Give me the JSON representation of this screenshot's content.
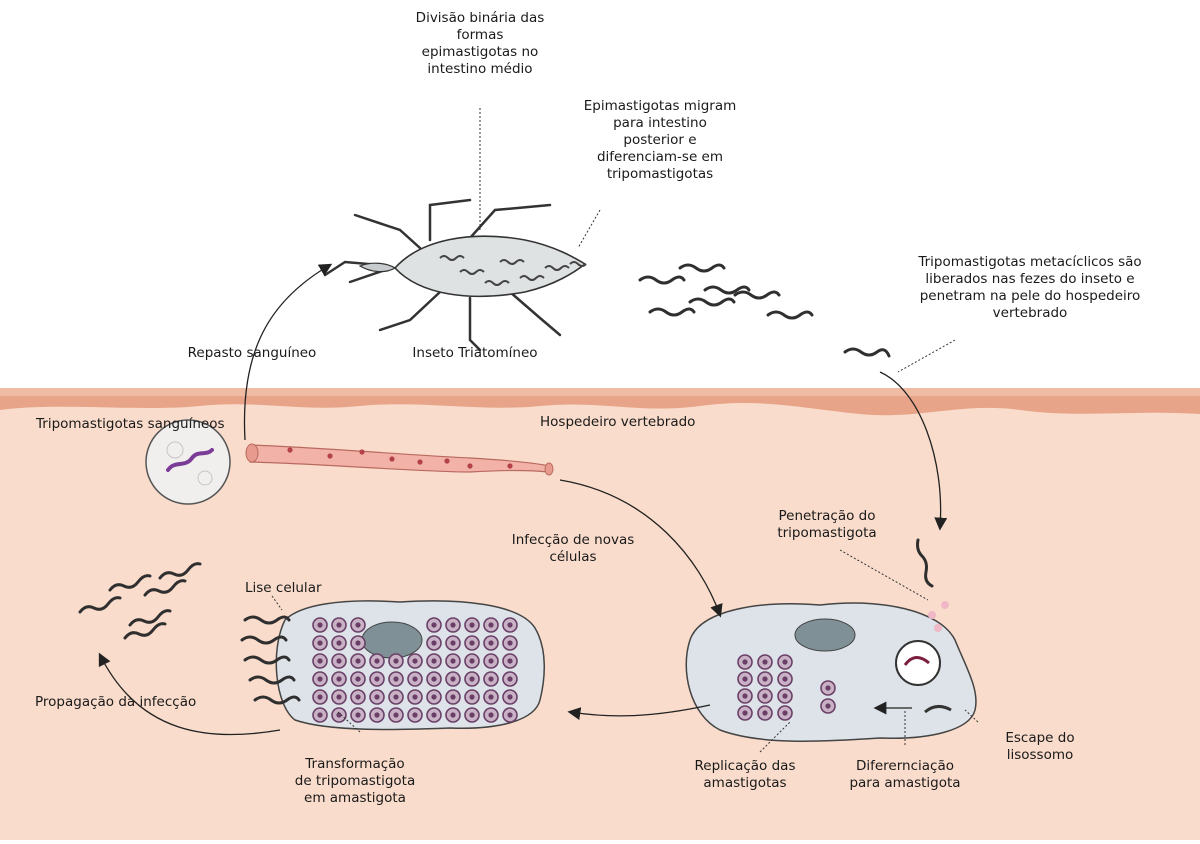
{
  "labels": {
    "divisao_binaria": "Divisão binária das\nformas\nepimastigotas no\nintestino médio",
    "epimastigotas_migram": "Epimastigotas migram\npara intestino\nposterior e\ndiferenciam-se em\ntripomastigotas",
    "tripomastigotas_metaciclicos": "Tripomastigotas metacíclicos são\nliberados nas fezes do inseto e\npenetram na pele do hospedeiro\nvertebrado",
    "repasto_sanguineo": "Repasto sanguíneo",
    "inseto_triatomineo": "Inseto Triatomíneo",
    "tripomastigotas_sanguineos": "Tripomastigotas sanguíneos",
    "hospedeiro_vertebrado": "Hospedeiro vertebrado",
    "infeccao_novas_celulas": "Infecção de novas\ncélulas",
    "penetracao_tripomastigota": "Penetração do\ntripomastigota",
    "lise_celular": "Lise celular",
    "propagacao_infeccao": "Propagação da infecção",
    "transformacao": "Transformação\nde tripomastigota\nem amastigota",
    "replicacao_amastigotas": "Replicação das\namastigotas",
    "diferenciacao_amastigota": "Diferernciação\npara amastigota",
    "escape_lisossomo": "Escape do\nlisossomo"
  },
  "colors": {
    "skin": "#f9dccb",
    "skin_edge": "#e8a489",
    "vessel": "#f2b2a8",
    "cell": "#dde3e8",
    "nucleus": "#7f9196",
    "amastigote": "#6a3f67",
    "parasite": "#2f2f2f"
  }
}
